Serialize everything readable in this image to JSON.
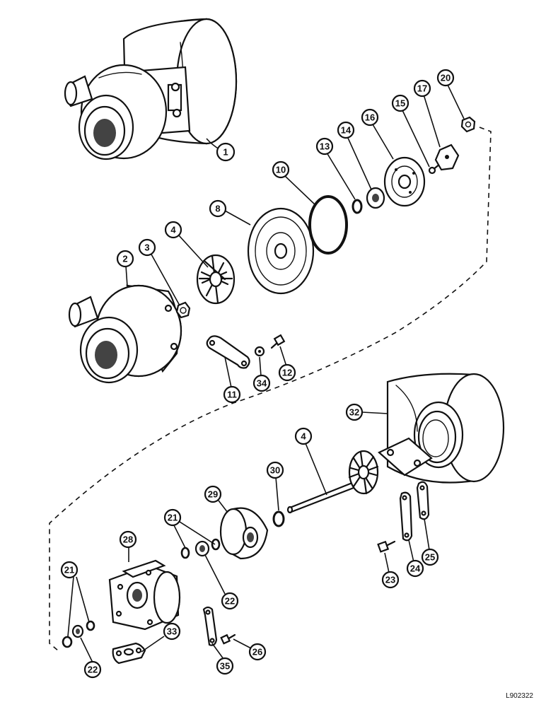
{
  "figure": {
    "reference_code": "L902322",
    "callouts": [
      {
        "id": "c1",
        "label": "1"
      },
      {
        "id": "c2",
        "label": "2"
      },
      {
        "id": "c3",
        "label": "3"
      },
      {
        "id": "c4a",
        "label": "4"
      },
      {
        "id": "c8",
        "label": "8"
      },
      {
        "id": "c10",
        "label": "10"
      },
      {
        "id": "c13",
        "label": "13"
      },
      {
        "id": "c14",
        "label": "14"
      },
      {
        "id": "c16",
        "label": "16"
      },
      {
        "id": "c15",
        "label": "15"
      },
      {
        "id": "c17",
        "label": "17"
      },
      {
        "id": "c20",
        "label": "20"
      },
      {
        "id": "c11",
        "label": "11"
      },
      {
        "id": "c34",
        "label": "34"
      },
      {
        "id": "c12",
        "label": "12"
      },
      {
        "id": "c32",
        "label": "32"
      },
      {
        "id": "c4b",
        "label": "4"
      },
      {
        "id": "c30",
        "label": "30"
      },
      {
        "id": "c29",
        "label": "29"
      },
      {
        "id": "c21a",
        "label": "21"
      },
      {
        "id": "c28",
        "label": "28"
      },
      {
        "id": "c22a",
        "label": "22"
      },
      {
        "id": "c21b",
        "label": "21"
      },
      {
        "id": "c22b",
        "label": "22"
      },
      {
        "id": "c33",
        "label": "33"
      },
      {
        "id": "c26",
        "label": "26"
      },
      {
        "id": "c35",
        "label": "35"
      },
      {
        "id": "c23",
        "label": "23"
      },
      {
        "id": "c24",
        "label": "24"
      },
      {
        "id": "c25",
        "label": "25"
      }
    ]
  }
}
